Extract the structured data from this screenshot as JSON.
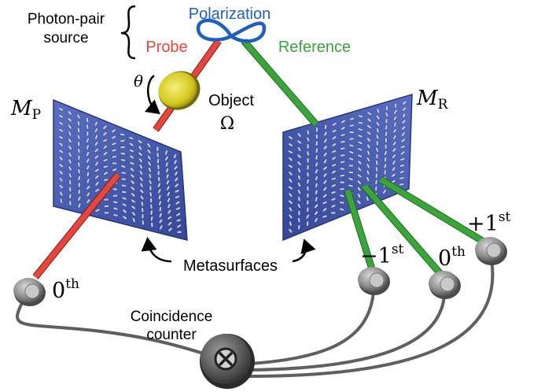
{
  "labels": {
    "source_line1": "Photon-pair",
    "source_line2": "source",
    "polarization": "Polarization",
    "probe": "Probe",
    "reference": "Reference",
    "theta": "θ",
    "object_line1": "Object",
    "object_line2": "Ω",
    "mp_base": "M",
    "mp_sub": "P",
    "mr_base": "M",
    "mr_sub": "R",
    "metasurfaces": "Metasurfaces",
    "counter_line1": "Coincidence",
    "counter_line2": "counter",
    "det_p0_base": "0",
    "det_p0_sup": "th",
    "det_rm1_base": "−1",
    "det_rm1_sup": "st",
    "det_r0_base": "0",
    "det_r0_sup": "th",
    "det_rp1_base": "+1",
    "det_rp1_sup": "st"
  },
  "colors": {
    "probe": "#e8463c",
    "reference": "#3aa63a",
    "polarization": "#1f5fbf",
    "metasurface": "#3f55a8",
    "object": "#d9cf22",
    "detector": "#8a8a8a",
    "counter": "#555555"
  }
}
